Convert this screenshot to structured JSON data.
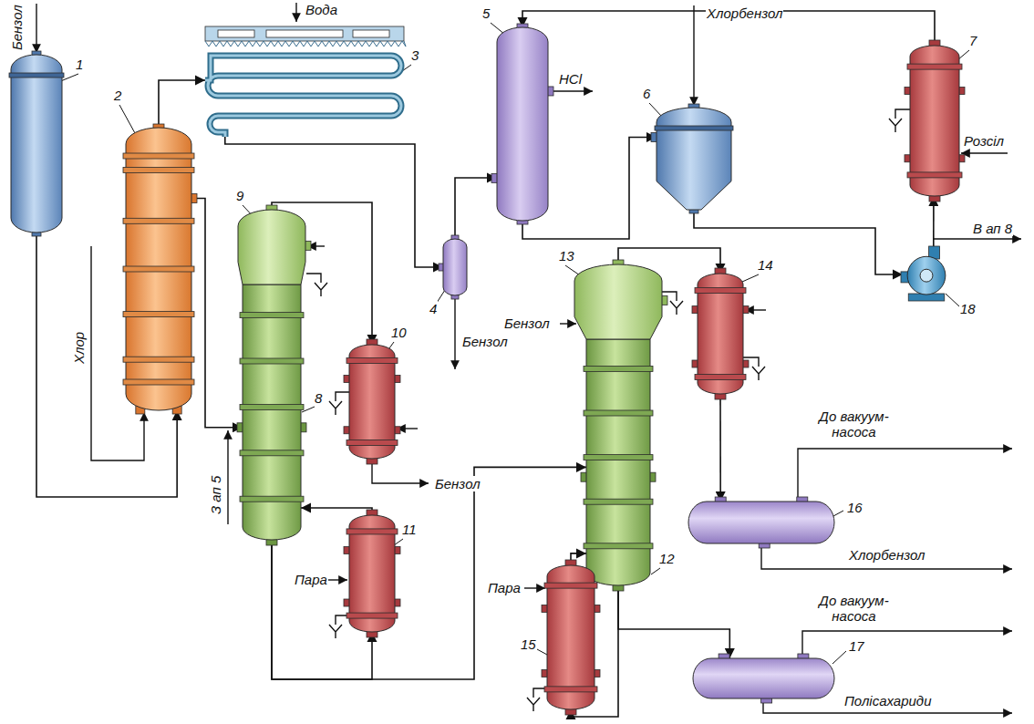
{
  "diagram": {
    "nodes": [
      {
        "text": [
          "1"
        ]
      },
      {
        "text": [
          "2"
        ]
      },
      {
        "text": [
          "3"
        ]
      },
      {
        "text": [
          "4"
        ]
      },
      {
        "text": [
          "5"
        ]
      },
      {
        "text": [
          "6"
        ]
      },
      {
        "text": [
          "7"
        ]
      },
      {
        "text": [
          "8"
        ]
      },
      {
        "text": [
          "9"
        ]
      },
      {
        "text": [
          "10"
        ]
      },
      {
        "text": [
          "11"
        ]
      },
      {
        "text": [
          "12"
        ]
      },
      {
        "text": [
          "13"
        ]
      },
      {
        "text": [
          "14"
        ]
      },
      {
        "text": [
          "15"
        ]
      },
      {
        "text": [
          "16"
        ]
      },
      {
        "text": [
          "17"
        ]
      },
      {
        "text": [
          "18"
        ]
      }
    ],
    "edges": [
      {
        "from": 0,
        "to": 1,
        "arrow": "to"
      },
      {
        "from": 1,
        "to": 2,
        "arrow": "to"
      },
      {
        "from": 2,
        "to": 3,
        "arrow": "to"
      },
      {
        "from": 3,
        "to": 4,
        "arrow": "to"
      },
      {
        "from": 4,
        "to": 5,
        "arrow": "to"
      },
      {
        "from": 5,
        "to": 17,
        "arrow": "to"
      },
      {
        "from": 17,
        "to": 6,
        "arrow": "to"
      },
      {
        "from": 6,
        "to": 4,
        "arrow": "to"
      },
      {
        "from": 1,
        "to": 7,
        "arrow": "to"
      },
      {
        "from": 8,
        "to": 9,
        "arrow": "to"
      },
      {
        "from": 10,
        "to": 7,
        "arrow": "to"
      },
      {
        "from": 7,
        "to": 10,
        "arrow": "to"
      },
      {
        "from": 7,
        "to": 11,
        "arrow": "to"
      },
      {
        "from": 12,
        "to": 13,
        "arrow": "to"
      },
      {
        "from": 13,
        "to": 15,
        "arrow": "to"
      },
      {
        "from": 14,
        "to": 11,
        "arrow": "to"
      },
      {
        "from": 11,
        "to": 14,
        "arrow": "to"
      },
      {
        "from": 11,
        "to": 16,
        "arrow": "to"
      }
    ],
    "labels": [
      "Бензол",
      "Вода",
      "HCl",
      "Хлорбензол",
      "Розсіл",
      "В ап 8",
      "Хлор",
      "З ап 5",
      "Бензол",
      "Бензол",
      "Бензол",
      "Пара",
      "Пара",
      "До вакуум- насоса",
      "Хлорбензол",
      "До вакуум- насоса",
      "Полісахариди"
    ]
  }
}
